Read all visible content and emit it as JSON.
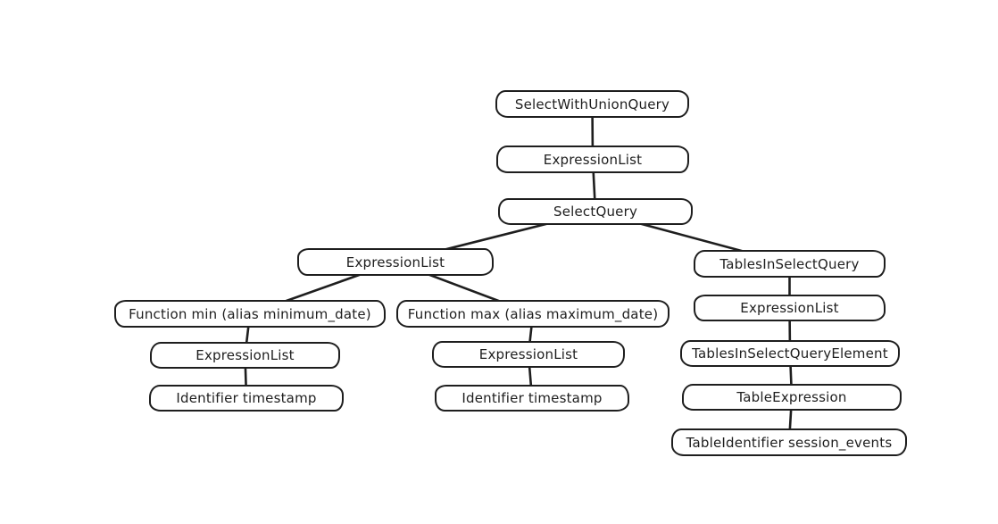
{
  "diagram": {
    "type": "tree",
    "description": "Hand-drawn abstract syntax tree of a SQL select query",
    "colors": {
      "stroke": "#1e1e1e",
      "node_fill": "#ffffff",
      "background": "#ffffff",
      "text": "#1e1e1e"
    },
    "nodes": [
      {
        "id": "select-with-union-query",
        "label": "SelectWithUnionQuery"
      },
      {
        "id": "expression-list-top",
        "label": "ExpressionList"
      },
      {
        "id": "select-query",
        "label": "SelectQuery"
      },
      {
        "id": "expression-list-left",
        "label": "ExpressionList"
      },
      {
        "id": "tables-in-select-query",
        "label": "TablesInSelectQuery"
      },
      {
        "id": "function-min",
        "label": "Function min (alias minimum_date)"
      },
      {
        "id": "function-max",
        "label": "Function max (alias maximum_date)"
      },
      {
        "id": "expression-list-min",
        "label": "ExpressionList"
      },
      {
        "id": "expression-list-max",
        "label": "ExpressionList"
      },
      {
        "id": "expression-list-right",
        "label": "ExpressionList"
      },
      {
        "id": "identifier-timestamp-min",
        "label": "Identifier timestamp"
      },
      {
        "id": "identifier-timestamp-max",
        "label": "Identifier timestamp"
      },
      {
        "id": "tables-in-select-query-element",
        "label": "TablesInSelectQueryElement"
      },
      {
        "id": "table-expression",
        "label": "TableExpression"
      },
      {
        "id": "table-identifier",
        "label": "TableIdentifier session_events"
      }
    ],
    "edges": [
      {
        "from": "select-with-union-query",
        "to": "expression-list-top"
      },
      {
        "from": "expression-list-top",
        "to": "select-query"
      },
      {
        "from": "select-query",
        "to": "expression-list-left"
      },
      {
        "from": "select-query",
        "to": "tables-in-select-query"
      },
      {
        "from": "expression-list-left",
        "to": "function-min"
      },
      {
        "from": "expression-list-left",
        "to": "function-max"
      },
      {
        "from": "function-min",
        "to": "expression-list-min"
      },
      {
        "from": "expression-list-min",
        "to": "identifier-timestamp-min"
      },
      {
        "from": "function-max",
        "to": "expression-list-max"
      },
      {
        "from": "expression-list-max",
        "to": "identifier-timestamp-max"
      },
      {
        "from": "tables-in-select-query",
        "to": "expression-list-right"
      },
      {
        "from": "expression-list-right",
        "to": "tables-in-select-query-element"
      },
      {
        "from": "tables-in-select-query-element",
        "to": "table-expression"
      },
      {
        "from": "table-expression",
        "to": "table-identifier"
      }
    ]
  }
}
